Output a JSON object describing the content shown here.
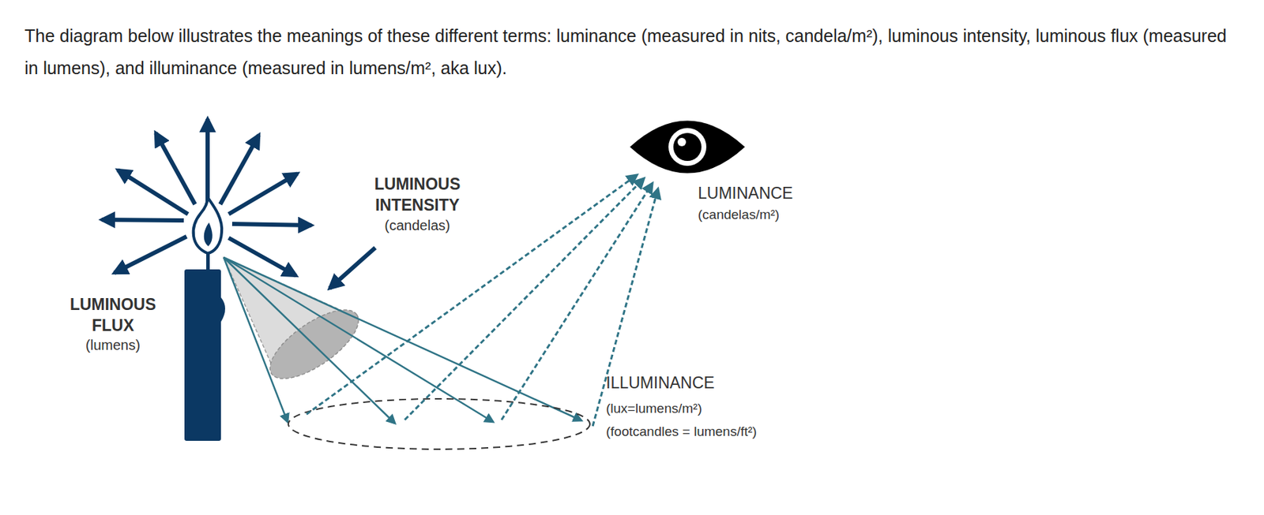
{
  "diagram": {
    "title": "The diagram below illustrates the meanings of these different terms: luminance (measured in nits, candela/m²), luminous intensity, luminous flux (measured in lumens), and illuminance (measured in lumens/m², aka lux).",
    "labels": [
      "LUMINOUS FLUX",
      "(lumens)",
      "LUMINOUS INTENSITY",
      "(candelas)",
      "LUMINANCE",
      "(candelas/m²)",
      "ILLUMINANCE",
      "(lux=lumens/m²)",
      "(footcandles = lumens/ft²)"
    ]
  }
}
